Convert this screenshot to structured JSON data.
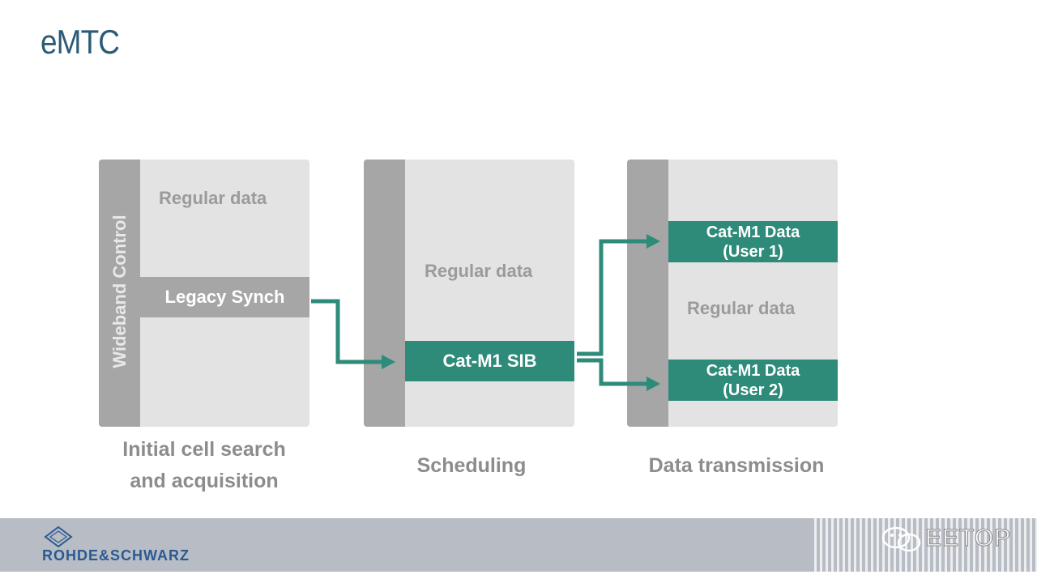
{
  "title": "eMTC",
  "panel1": {
    "regular": "Regular data",
    "legacy": "Legacy Synch",
    "vertical": "Wideband Control",
    "caption_line1": "Initial cell search",
    "caption_line2": "and acquisition"
  },
  "panel2": {
    "regular": "Regular data",
    "sib": "Cat-M1 SIB",
    "caption": "Scheduling"
  },
  "panel3": {
    "user1_line1": "Cat-M1 Data",
    "user1_line2": "(User 1)",
    "regular": "Regular data",
    "user2_line1": "Cat-M1 Data",
    "user2_line2": "(User 2)",
    "caption": "Data transmission"
  },
  "footer": {
    "brand": "ROHDE&SCHWARZ",
    "watermark": "EETOP",
    "logo_icon": "rohde-schwarz-diamond-icon",
    "watermark_icon": "wechat-icon"
  },
  "colors": {
    "title": "#2c5a78",
    "accent": "#2e8b79",
    "panel": "#e3e3e3",
    "bar": "#a6a6a6",
    "label": "#9b9b9b",
    "brand": "#2a5a93"
  }
}
